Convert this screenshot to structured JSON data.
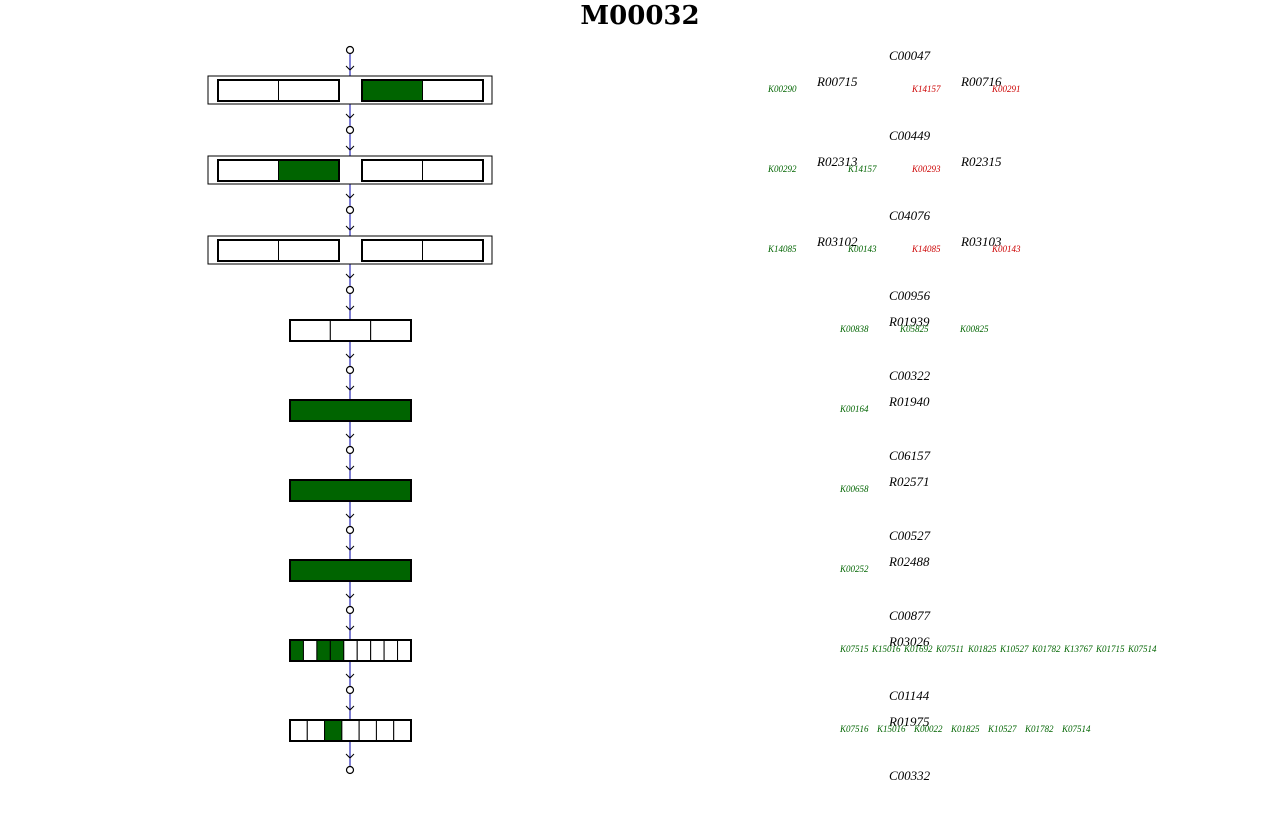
{
  "title": "M00032",
  "colors": {
    "present": "#006400",
    "absent": "#ffffff",
    "border": "#000000",
    "arrow": "#0000aa",
    "ko_present": "#006400",
    "ko_missing": "#cc0000"
  },
  "compounds": [
    "C00047",
    "C00449",
    "C04076",
    "C00956",
    "C00322",
    "C06157",
    "C00527",
    "C00877",
    "C01144",
    "C00332"
  ],
  "steps": [
    {
      "paired": true,
      "boxes": [
        [
          false,
          false
        ],
        [
          true,
          false
        ]
      ],
      "reactions": [
        "R00715",
        "R00716"
      ],
      "kos": [
        {
          "id": "K00290",
          "present": true
        },
        {
          "id": "K14157",
          "present": false
        },
        {
          "id": "K00291",
          "present": false
        }
      ]
    },
    {
      "paired": true,
      "boxes": [
        [
          false,
          true
        ],
        [
          false,
          false
        ]
      ],
      "reactions": [
        "R02313",
        "R02315"
      ],
      "kos": [
        {
          "id": "K00292",
          "present": true
        },
        {
          "id": "K14157",
          "present": true
        },
        {
          "id": "K00293",
          "present": false
        }
      ]
    },
    {
      "paired": true,
      "boxes": [
        [
          false,
          false
        ],
        [
          false,
          false
        ]
      ],
      "reactions": [
        "R03102",
        "R03103"
      ],
      "kos": [
        {
          "id": "K14085",
          "present": true
        },
        {
          "id": "K00143",
          "present": true
        },
        {
          "id": "K14085",
          "present": false
        },
        {
          "id": "K00143",
          "present": false
        }
      ]
    },
    {
      "paired": false,
      "cells": [
        false,
        false,
        false
      ],
      "reactions": [
        "R01939"
      ],
      "kos": [
        {
          "id": "K00838",
          "present": true
        },
        {
          "id": "K05825",
          "present": true
        },
        {
          "id": "K00825",
          "present": true
        }
      ]
    },
    {
      "paired": false,
      "cells": [
        true
      ],
      "reactions": [
        "R01940"
      ],
      "kos": [
        {
          "id": "K00164",
          "present": true
        }
      ]
    },
    {
      "paired": false,
      "cells": [
        true
      ],
      "reactions": [
        "R02571"
      ],
      "kos": [
        {
          "id": "K00658",
          "present": true
        }
      ]
    },
    {
      "paired": false,
      "cells": [
        true
      ],
      "reactions": [
        "R02488"
      ],
      "kos": [
        {
          "id": "K00252",
          "present": true
        }
      ]
    },
    {
      "paired": false,
      "cells": [
        true,
        false,
        true,
        true,
        false,
        false,
        false,
        false,
        false
      ],
      "reactions": [
        "R03026"
      ],
      "kos": [
        {
          "id": "K07515",
          "present": true
        },
        {
          "id": "K15016",
          "present": true
        },
        {
          "id": "K01692",
          "present": true
        },
        {
          "id": "K07511",
          "present": true
        },
        {
          "id": "K01825",
          "present": true
        },
        {
          "id": "K10527",
          "present": true
        },
        {
          "id": "K01782",
          "present": true
        },
        {
          "id": "K13767",
          "present": true
        },
        {
          "id": "K01715",
          "present": true
        },
        {
          "id": "K07514",
          "present": true
        }
      ]
    },
    {
      "paired": false,
      "cells": [
        false,
        false,
        true,
        false,
        false,
        false,
        false
      ],
      "reactions": [
        "R01975"
      ],
      "kos": [
        {
          "id": "K07516",
          "present": true
        },
        {
          "id": "K15016",
          "present": true
        },
        {
          "id": "K00022",
          "present": true
        },
        {
          "id": "K01825",
          "present": true
        },
        {
          "id": "K10527",
          "present": true
        },
        {
          "id": "K01782",
          "present": true
        },
        {
          "id": "K07514",
          "present": true
        }
      ]
    }
  ]
}
